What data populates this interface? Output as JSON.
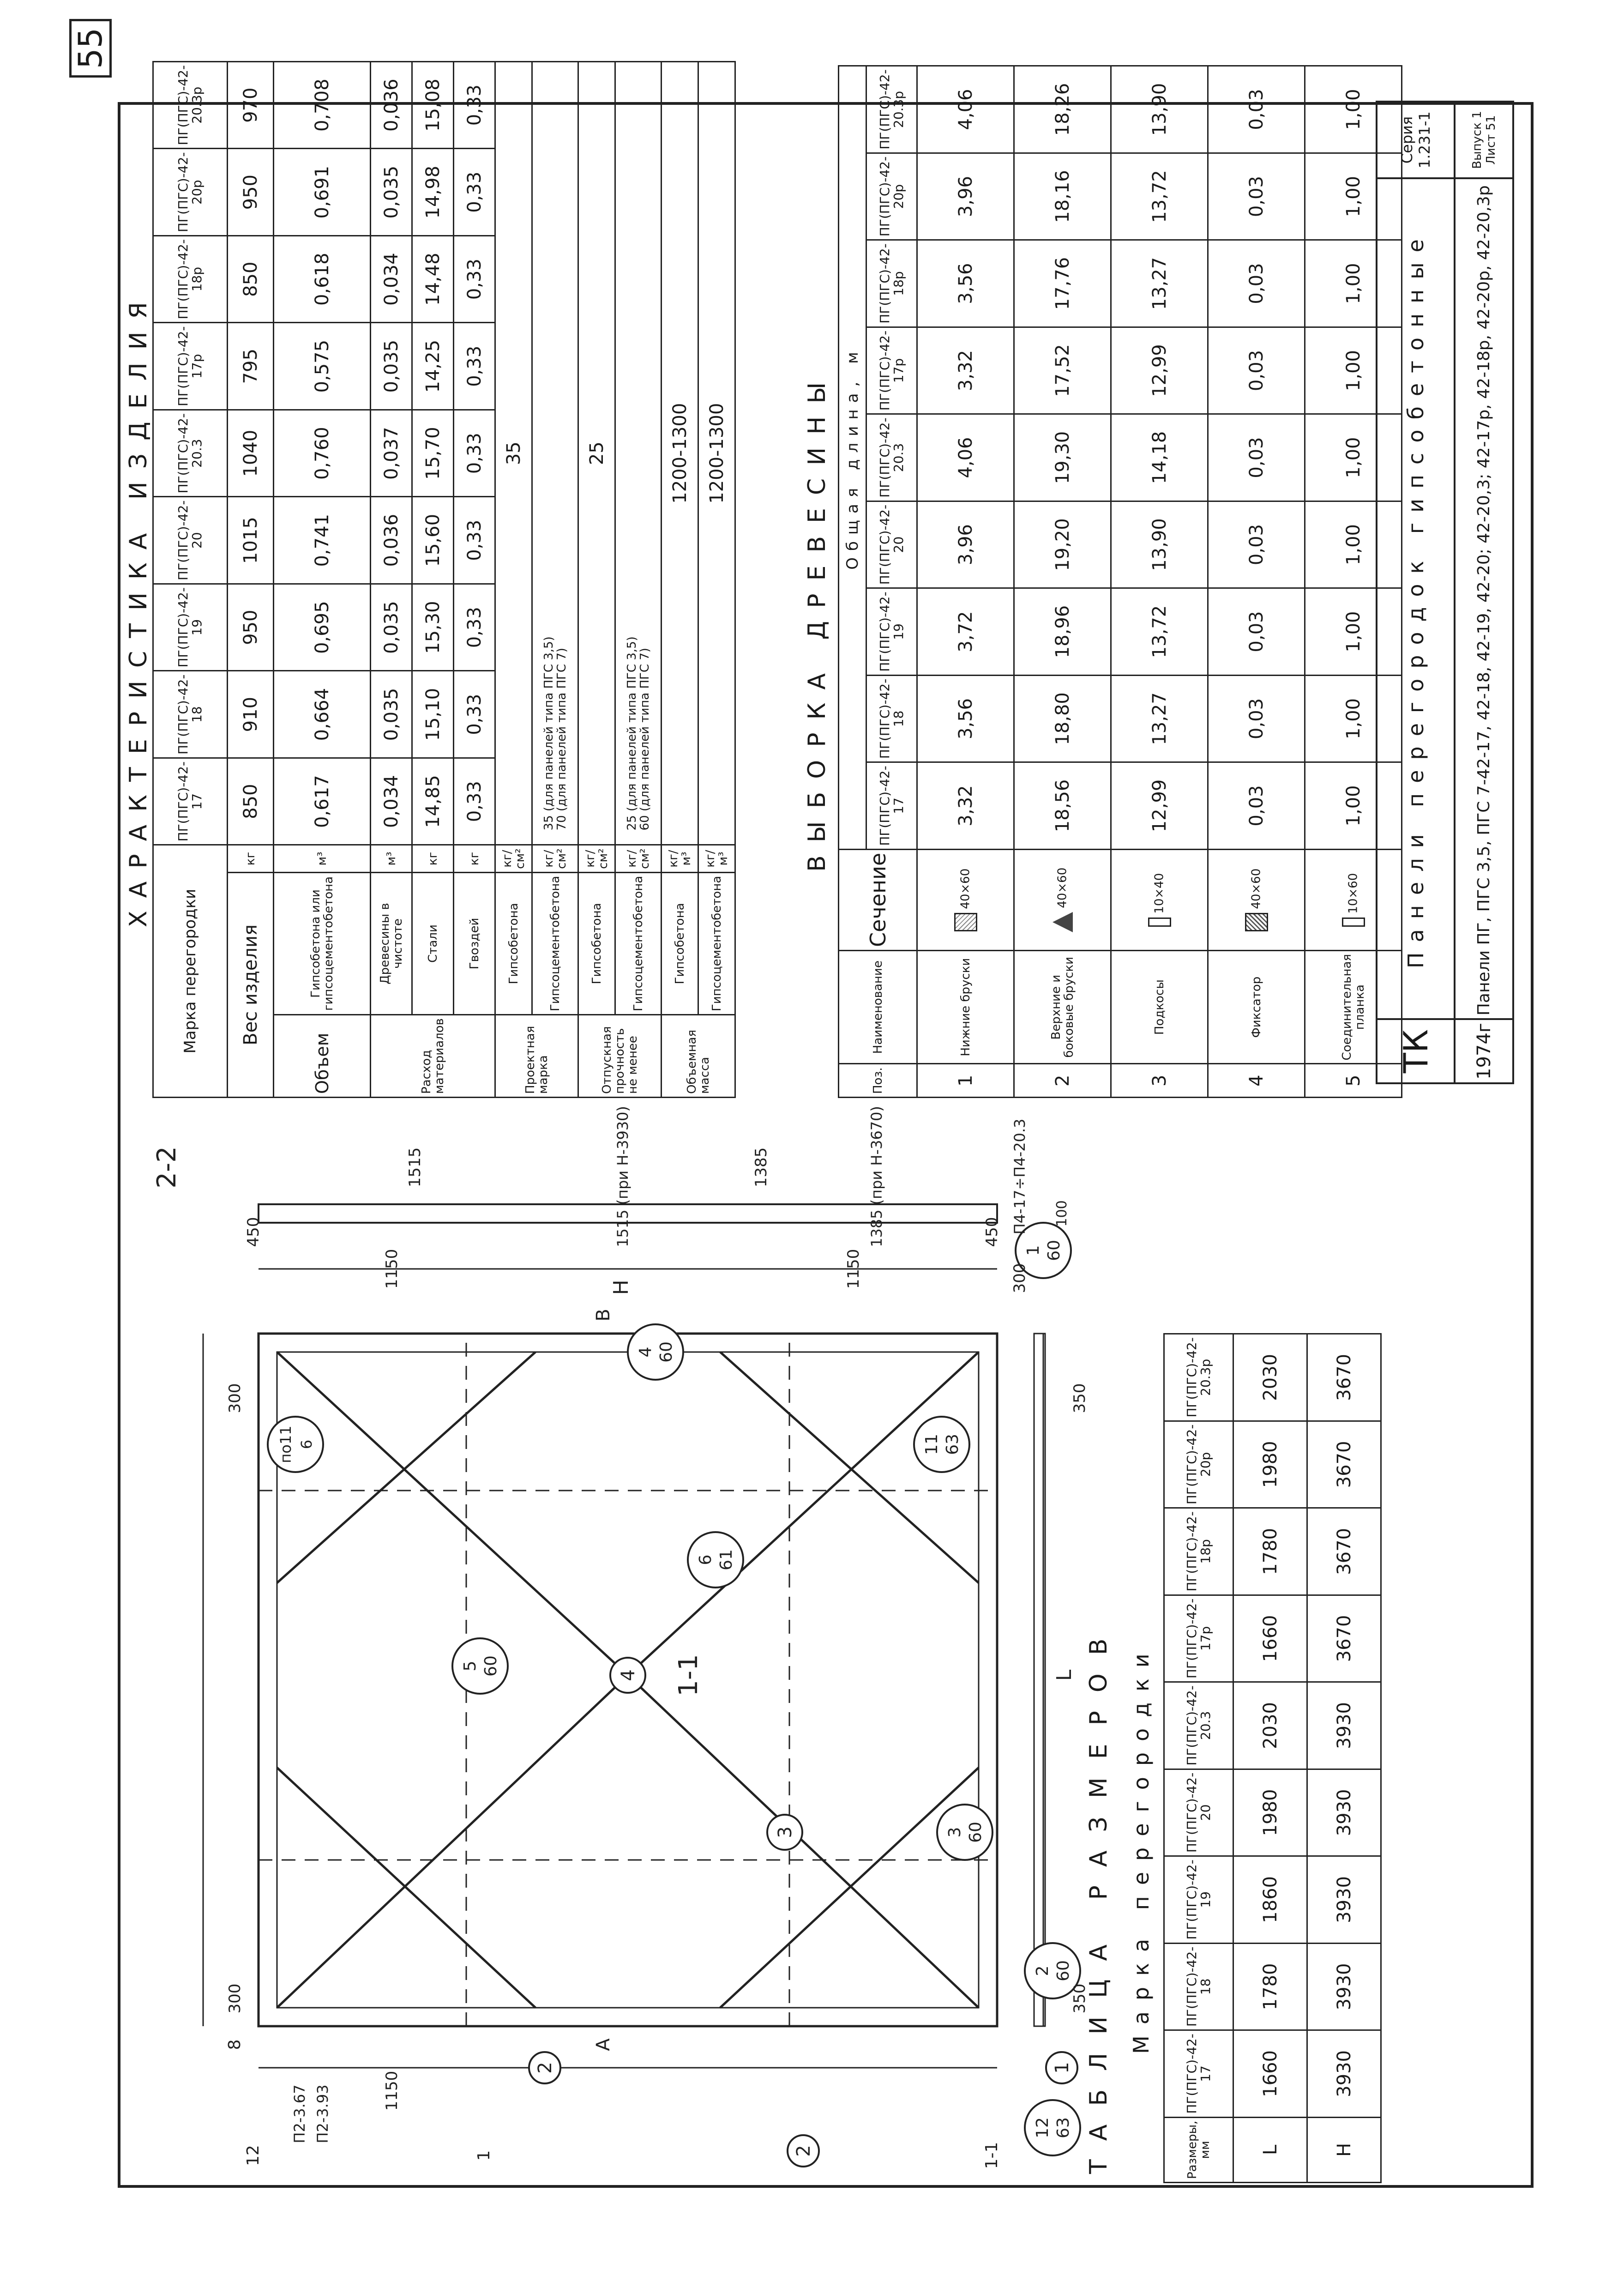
{
  "page_number": "55",
  "drawing": {
    "section_label": "2-2",
    "view_label": "1-1",
    "marks": {
      "m12_63": [
        "12",
        "63"
      ],
      "m1_60": [
        "1",
        "60"
      ],
      "m5_60": [
        "5",
        "60"
      ],
      "m6_61": [
        "6",
        "61"
      ],
      "m4_60": [
        "4",
        "60"
      ],
      "m3_60": [
        "3",
        "60"
      ],
      "m2_60": [
        "2",
        "60"
      ],
      "m11_63": [
        "11",
        "63"
      ],
      "m_po11_6": [
        "по11",
        "6"
      ]
    },
    "callouts": {
      "c1": "1",
      "c2": "2",
      "c3": "3",
      "c4": "4",
      "c2b": "2"
    },
    "dims": {
      "d350a": "350",
      "d350b": "350",
      "d300a": "300",
      "d300b": "300",
      "d300c": "300",
      "d1150a": "1150",
      "d1150b": "1150",
      "d1150c": "1150",
      "d450a": "450",
      "d450b": "450",
      "d1515": "1515",
      "d1515note": "1515 (при Н-3930)",
      "d1385": "1385",
      "d1385note": "1385 (при Н-3670)",
      "p2_367": "П2-3.67",
      "p2_393": "П2-3.93",
      "range_note": "П4-17÷П4-20.3",
      "d100": "100",
      "L": "L",
      "H": "Н",
      "A": "А",
      "B": "В",
      "n8": "8",
      "n12": "12",
      "n1_1": "1-1",
      "n1": "1"
    }
  },
  "dimensions_table": {
    "title": "ТАБЛИЦА РАЗМЕРОВ",
    "subtitle": "Марка перегородки",
    "header": "Размеры, мм",
    "columns": [
      "ПГ(ПГС)-42-17",
      "ПГ(ПГС)-42-18",
      "ПГ(ПГС)-42-19",
      "ПГ(ПГС)-42-20",
      "ПГ(ПГС)-42-20.3",
      "ПГ(ПГС)-42-17р",
      "ПГ(ПГС)-42-18р",
      "ПГ(ПГС)-42-20р",
      "ПГ(ПГС)-42-20.3р"
    ],
    "rows": [
      {
        "name": "L",
        "values": [
          "1660",
          "1780",
          "1860",
          "1980",
          "2030",
          "1660",
          "1780",
          "1980",
          "2030"
        ]
      },
      {
        "name": "H",
        "values": [
          "3930",
          "3930",
          "3930",
          "3930",
          "3930",
          "3670",
          "3670",
          "3670",
          "3670"
        ]
      }
    ]
  },
  "characteristics": {
    "title": "ХАРАКТЕРИСТИКА ИЗДЕЛИЯ",
    "corner": "Марка перегородки",
    "columns": [
      "ПГ(ПГС)-42-17",
      "ПГ(ПГС)-42-18",
      "ПГ(ПГС)-42-19",
      "ПГ(ПГС)-42-20",
      "ПГ(ПГС)-42-20.3",
      "ПГ(ПГС)-42-17р",
      "ПГ(ПГС)-42-18р",
      "ПГ(ПГС)-42-20р",
      "ПГ(ПГС)-42-20.3р"
    ],
    "weight": {
      "label": "Вес изделия",
      "unit": "кг",
      "values": [
        "850",
        "910",
        "950",
        "1015",
        "1040",
        "795",
        "850",
        "950",
        "970"
      ]
    },
    "volume": {
      "label": "Объем",
      "item": "Гипсобетона или гипсоцементобетона",
      "unit": "м³",
      "values": [
        "0,617",
        "0,664",
        "0,695",
        "0,741",
        "0,760",
        "0,575",
        "0,618",
        "0,691",
        "0,708"
      ]
    },
    "consumption": {
      "label": "Расход материалов",
      "rows": [
        {
          "name": "Древесины в чистоте",
          "unit": "м³",
          "values": [
            "0,034",
            "0,035",
            "0,035",
            "0,036",
            "0,037",
            "0,035",
            "0,034",
            "0,035",
            "0,036"
          ]
        },
        {
          "name": "Стали",
          "unit": "кг",
          "values": [
            "14,85",
            "15,10",
            "15,30",
            "15,60",
            "15,70",
            "14,25",
            "14,48",
            "14,98",
            "15,08"
          ]
        },
        {
          "name": "Гвоздей",
          "unit": "кг",
          "values": [
            "0,33",
            "0,33",
            "0,33",
            "0,33",
            "0,33",
            "0,33",
            "0,33",
            "0,33",
            "0,33"
          ]
        }
      ]
    },
    "design_grade": {
      "label": "Проектная марка",
      "rows": [
        {
          "name": "Гипсобетона",
          "unit": "кг/см²",
          "value": "35"
        },
        {
          "name": "Гипсоцементобетона",
          "unit": "кг/см²",
          "value": "35 (для панелей типа ПГС 3,5)",
          "value2": "70 (для панелей типа ПГС 7)"
        }
      ]
    },
    "release_strength": {
      "label": "Отпускная прочность не менее",
      "rows": [
        {
          "name": "Гипсобетона",
          "unit": "кг/см²",
          "value": "25"
        },
        {
          "name": "Гипсоцементобетона",
          "unit": "кг/см²",
          "value": "25 (для панелей типа ПГС 3,5)",
          "value2": "60 (для панелей типа ПГС 7)"
        }
      ]
    },
    "bulk_mass": {
      "label": "Объемная масса",
      "rows": [
        {
          "name": "Гипсобетона",
          "unit": "кг/м³",
          "value": "1200-1300"
        },
        {
          "name": "Гипсоцементобетона",
          "unit": "кг/м³",
          "value": "1200-1300"
        }
      ]
    }
  },
  "timber": {
    "title": "ВЫБОРКА ДРЕВЕСИНЫ",
    "subtitle": "Общая длина, м",
    "h_pos": "Поз.",
    "h_name": "Наименование",
    "h_section": "Сечение",
    "columns": [
      "ПГ(ПГС)-42-17",
      "ПГ(ПГС)-42-18",
      "ПГ(ПГС)-42-19",
      "ПГ(ПГС)-42-20",
      "ПГ(ПГС)-42-20.3",
      "ПГ(ПГС)-42-17р",
      "ПГ(ПГС)-42-18р",
      "ПГ(ПГС)-42-20р",
      "ПГ(ПГС)-42-20.3р"
    ],
    "rows": [
      {
        "pos": "1",
        "name": "Нижние бруски",
        "section": "40×60",
        "values": [
          "3,32",
          "3,56",
          "3,72",
          "3,96",
          "4,06",
          "3,32",
          "3,56",
          "3,96",
          "4,06"
        ]
      },
      {
        "pos": "2",
        "name": "Верхние и боковые бруски",
        "section": "40×60",
        "values": [
          "18,56",
          "18,80",
          "18,96",
          "19,20",
          "19,30",
          "17,52",
          "17,76",
          "18,16",
          "18,26"
        ]
      },
      {
        "pos": "3",
        "name": "Подкосы",
        "section": "10×40",
        "values": [
          "12,99",
          "13,27",
          "13,72",
          "13,90",
          "14,18",
          "12,99",
          "13,27",
          "13,72",
          "13,90"
        ]
      },
      {
        "pos": "4",
        "name": "Фиксатор",
        "section": "40×60",
        "values": [
          "0,03",
          "0,03",
          "0,03",
          "0,03",
          "0,03",
          "0,03",
          "0,03",
          "0,03",
          "0,03"
        ]
      },
      {
        "pos": "5",
        "name": "Соединительная планка",
        "section": "10×60",
        "values": [
          "1,00",
          "1,00",
          "1,00",
          "1,00",
          "1,00",
          "1,00",
          "1,00",
          "1,00",
          "1,00"
        ]
      }
    ]
  },
  "title_block": {
    "org": "ТК",
    "year": "1974г",
    "title": "Панели перегородок гипсобетонные",
    "subtitle": "Панели ПГ, ПГС 3,5, ПГС 7-42-17, 42-18, 42-19, 42-20; 42-20,3; 42-17р, 42-18р, 42-20р, 42-20,3р",
    "series_label": "Серия",
    "series": "1.231-1",
    "issue_label": "Выпуск",
    "issue": "1",
    "sheet_label": "Лист",
    "sheet": "51"
  }
}
